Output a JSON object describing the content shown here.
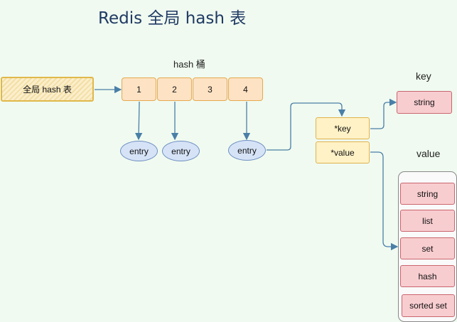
{
  "title": "Redis 全局 hash 表",
  "hash_bucket_label": "hash 桶",
  "global_table_label": "全局 hash 表",
  "buckets": [
    "1",
    "2",
    "3",
    "4"
  ],
  "entries": [
    "entry",
    "entry",
    "entry"
  ],
  "entry_fields": {
    "key": "*key",
    "value": "*value"
  },
  "key_section": {
    "label": "key",
    "type": "string"
  },
  "value_section": {
    "label": "value",
    "types": [
      "string",
      "list",
      "set",
      "hash",
      "sorted set"
    ]
  },
  "colors": {
    "title": "#1f3a63",
    "connector": "#4a7fa7",
    "bucket_fill": "#fde2c4",
    "entry_fill": "#d6e3f7",
    "field_fill": "#fff2c6",
    "type_fill": "#f8cdd0"
  }
}
